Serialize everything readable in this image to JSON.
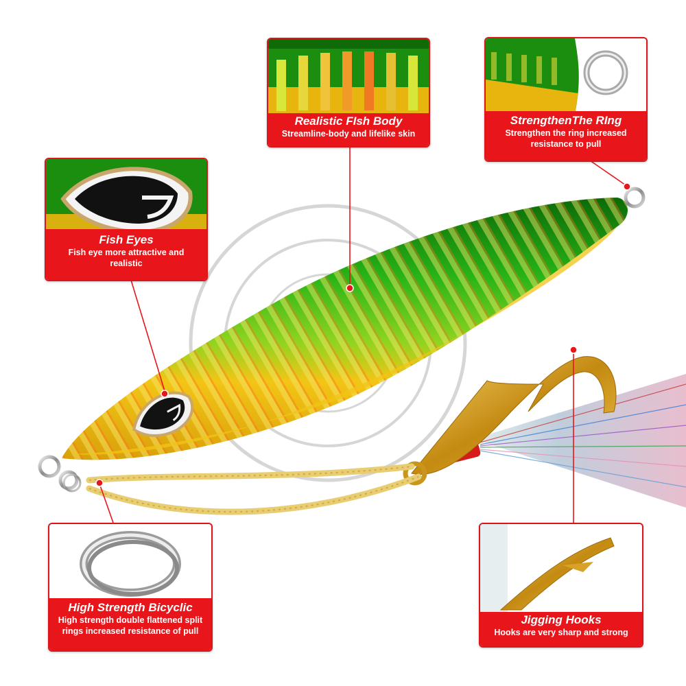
{
  "callouts": {
    "body": {
      "title": "Realistic FIsh Body",
      "desc": "Streamline-body and lifelike skin"
    },
    "ring": {
      "title": "StrengthenThe RIng",
      "desc": "Strengthen the ring increased resistance to pull"
    },
    "eyes": {
      "title": "Fish Eyes",
      "desc": "Fish eye more attractive and realistic"
    },
    "bicyclic": {
      "title": "High Strength Bicyclic",
      "desc": "High strength double flattened split rings increased resistance of pull"
    },
    "hooks": {
      "title": "Jigging Hooks",
      "desc": "Hooks are very sharp and strong"
    }
  },
  "colors": {
    "accent": "#e8161b",
    "lure_green": "#1a9a12",
    "lure_gold": "#f0c214",
    "cord": "#ecd27a"
  }
}
